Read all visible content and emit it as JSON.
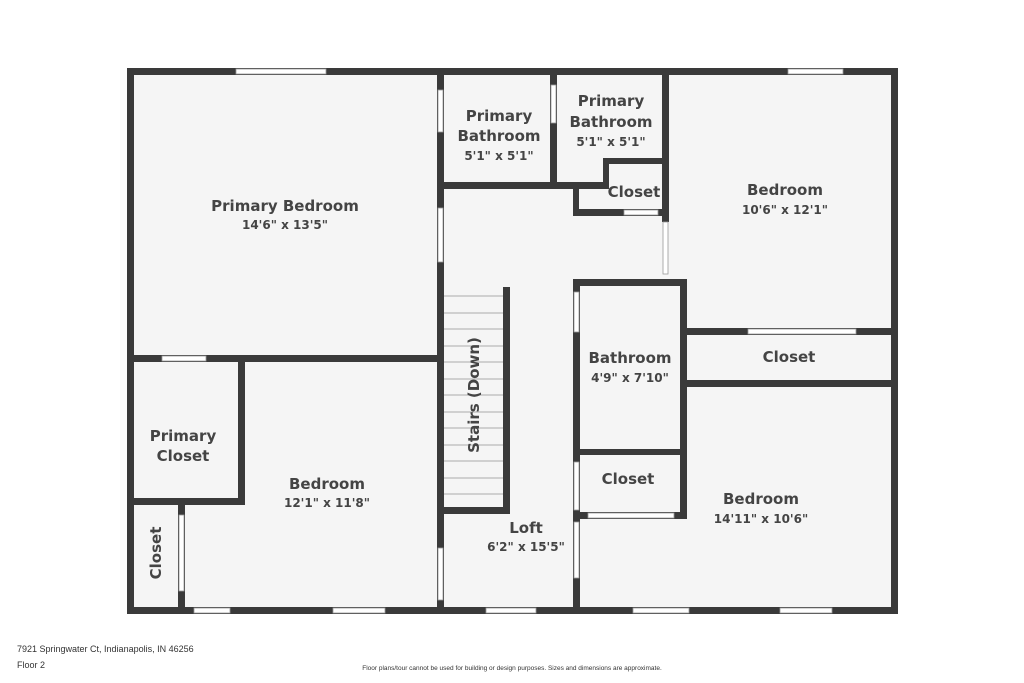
{
  "floorplan": {
    "rooms": {
      "primary_bedroom": {
        "name": "Primary Bedroom",
        "dims": "14'6\" x 13'5\""
      },
      "primary_bathroom_1": {
        "name_line1": "Primary",
        "name_line2": "Bathroom",
        "dims": "5'1\" x 5'1\""
      },
      "primary_bathroom_2": {
        "name_line1": "Primary",
        "name_line2": "Bathroom",
        "dims": "5'1\" x 5'1\""
      },
      "closet_top": {
        "name": "Closet"
      },
      "bedroom_top_right": {
        "name": "Bedroom",
        "dims": "10'6\" x 12'1\""
      },
      "stairs": {
        "name": "Stairs (Down)"
      },
      "bathroom": {
        "name": "Bathroom",
        "dims": "4'9\" x 7'10\""
      },
      "closet_right": {
        "name": "Closet"
      },
      "primary_closet": {
        "name_line1": "Primary",
        "name_line2": "Closet"
      },
      "bedroom_left": {
        "name": "Bedroom",
        "dims": "12'1\" x 11'8\""
      },
      "closet_mid": {
        "name": "Closet"
      },
      "bedroom_bottom_right": {
        "name": "Bedroom",
        "dims": "14'11\" x 10'6\""
      },
      "loft": {
        "name": "Loft",
        "dims": "6'2\" x 15'5\""
      },
      "closet_left": {
        "name": "Closet"
      }
    },
    "colors": {
      "wall": "#3a3a3a",
      "floor": "#f5f5f5",
      "window": "#ffffff"
    }
  },
  "footer": {
    "address": "7921 Springwater Ct, Indianapolis, IN 46256",
    "floor": "Floor 2",
    "disclaimer": "Floor plans/tour cannot be used for building or design purposes. Sizes and dimensions are approximate."
  }
}
